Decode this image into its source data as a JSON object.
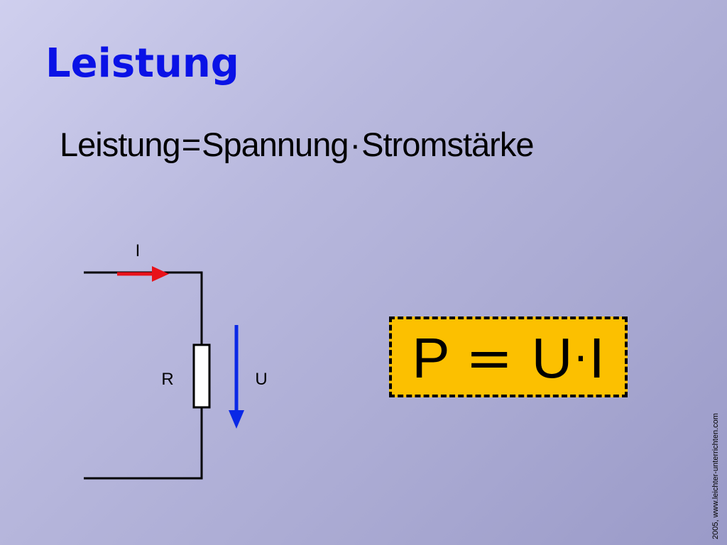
{
  "slide": {
    "title": "Leistung",
    "word_formula": {
      "left_term": "Leistung",
      "equals_sign": "=",
      "term_1": "Spannung",
      "operator": "·",
      "term_2": "Stromstärke"
    },
    "circuit": {
      "current_label": "I",
      "resistor_label": "R",
      "voltage_label": "U",
      "colors": {
        "current_arrow": "#e8121a",
        "voltage_arrow": "#0a28e6",
        "wires": "#000000",
        "resistor_fill": "#ffffff"
      }
    },
    "formula_box": {
      "lhs": "P",
      "equals_sign": "=",
      "term_1": "U",
      "operator": "·",
      "term_2": "I",
      "background_color": "#fcc000"
    },
    "credit": "2005, www.leichter-unterrichten.com"
  },
  "colors": {
    "title": "#0a12e6",
    "background": "#b9b9de"
  }
}
